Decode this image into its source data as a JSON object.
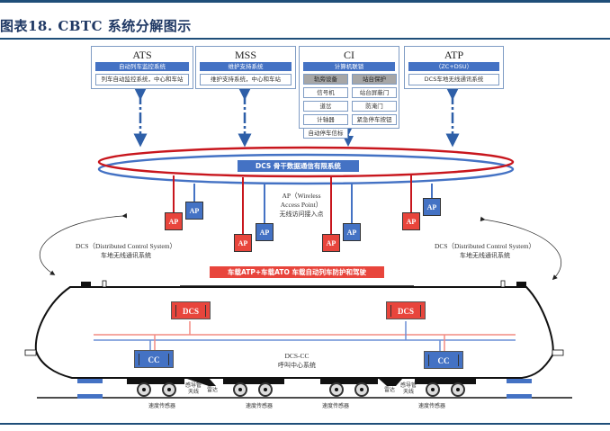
{
  "title": "图表18.  CBTC 系统分解图示",
  "systems": {
    "ats": {
      "name": "ATS",
      "bar": "自动列车监控系统",
      "sub": "列车自动监控系统，中心和车站"
    },
    "mss": {
      "name": "MSS",
      "bar": "维护支持系统",
      "sub": "维护支持系统，中心和车站"
    },
    "ci": {
      "name": "CI",
      "bar": "计算机联锁",
      "cells": [
        {
          "label": "轨旁设备",
          "header": true
        },
        {
          "label": "站台保护",
          "header": true
        },
        {
          "label": "信号机",
          "header": false
        },
        {
          "label": "站台屏蔽门",
          "header": false
        },
        {
          "label": "道岔",
          "header": false
        },
        {
          "label": "防淹门",
          "header": false
        },
        {
          "label": "计轴器",
          "header": false
        },
        {
          "label": "紧急停车按钮",
          "header": false
        },
        {
          "label": "自动停车信标",
          "header": false
        }
      ]
    },
    "atp": {
      "name": "ATP",
      "bar": "（ZC+DSU）",
      "sub": "DCS车地无线通讯系统"
    }
  },
  "backbone": {
    "label": "DCS 骨干数据通信有限系统"
  },
  "access_points": {
    "label": "AP",
    "description_line1": "AP（Wireless",
    "description_line2": "Access Point）",
    "description_line3": "无线访问接入点"
  },
  "wireless": {
    "left_line1": "DCS（Distributed Control System）",
    "left_line2": "车地无线通讯系统",
    "right_line1": "DCS（Distributed Control System）",
    "right_line2": "车地无线通讯系统"
  },
  "onboard": {
    "label": "车载ATP+车载ATO 车载自动列车防护和驾驶"
  },
  "train": {
    "dcs_left": "DCS",
    "dcs_right": "DCS",
    "cc_left": "CC",
    "cc_right": "CC",
    "center_line1": "DCS-CC",
    "center_line2": "呼叫中心系统",
    "antenna_left_line1": "感导管",
    "antenna_left_line2": "天线",
    "radar_left": "雷达",
    "radar_right": "雷达",
    "antenna_right_line1": "感导管",
    "antenna_right_line2": "天线",
    "speed_sensors": [
      "速度传感器",
      "速度传感器",
      "速度传感器",
      "速度传感器"
    ]
  },
  "colors": {
    "accent_blue": "#4472c4",
    "accent_red": "#e8453c",
    "title_blue": "#1f3864"
  }
}
